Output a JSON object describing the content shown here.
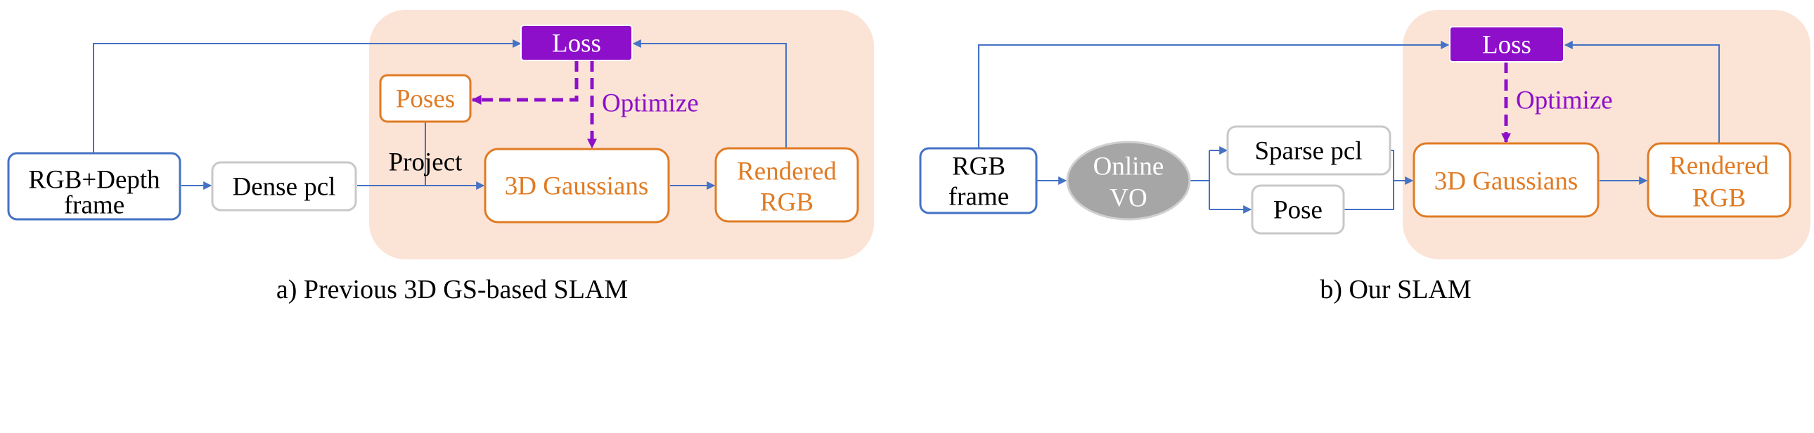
{
  "colors": {
    "blue": "#4472C4",
    "orange": "#E07B24",
    "purple": "#8E0FC9",
    "panel": "#FBE3D6",
    "gray_border": "#C8C8C8",
    "gray_fill": "#A6A6A6",
    "text": "#000000"
  },
  "left": {
    "input_line1": "RGB+Depth",
    "input_line2": "frame",
    "dense_pcl": "Dense pcl",
    "project": "Project",
    "poses": "Poses",
    "loss": "Loss",
    "optimize": "Optimize",
    "gaussians": "3D Gaussians",
    "rendered_line1": "Rendered",
    "rendered_line2": "RGB",
    "caption": "a) Previous 3D GS-based SLAM"
  },
  "right": {
    "input_line1": "RGB",
    "input_line2": "frame",
    "vo_line1": "Online",
    "vo_line2": "VO",
    "sparse_pcl": "Sparse pcl",
    "pose": "Pose",
    "loss": "Loss",
    "optimize": "Optimize",
    "gaussians": "3D Gaussians",
    "rendered_line1": "Rendered",
    "rendered_line2": "RGB",
    "caption": "b) Our SLAM"
  }
}
